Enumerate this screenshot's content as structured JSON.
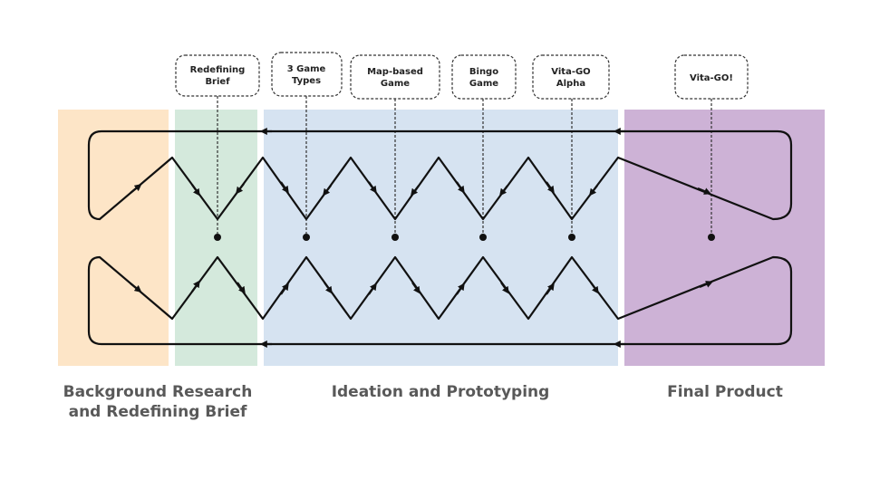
{
  "phases": [
    {
      "id": "research",
      "label_lines": [
        "Background Research",
        "and Redefining Brief"
      ],
      "color": "#fde5c7"
    },
    {
      "id": "brief",
      "label_lines": [],
      "color": "#d4e9dc"
    },
    {
      "id": "ideation",
      "label_lines": [
        "Ideation and Prototyping"
      ],
      "color": "#d6e3f1"
    },
    {
      "id": "final",
      "label_lines": [
        "Final Product"
      ],
      "color": "#cdb2d6"
    }
  ],
  "milestones": [
    {
      "id": "redefining-brief",
      "lines": [
        "Redefining",
        "Brief"
      ]
    },
    {
      "id": "3-game-types",
      "lines": [
        "3 Game",
        "Types"
      ]
    },
    {
      "id": "map-based-game",
      "lines": [
        "Map-based",
        "Game"
      ]
    },
    {
      "id": "bingo-game",
      "lines": [
        "Bingo",
        "Game"
      ]
    },
    {
      "id": "vita-go-alpha",
      "lines": [
        "Vita-GO",
        "Alpha"
      ]
    },
    {
      "id": "vita-go",
      "lines": [
        "Vita-GO!"
      ]
    }
  ],
  "colors": {
    "line": "#111111",
    "label": "#595959",
    "callout_border": "#333333"
  }
}
